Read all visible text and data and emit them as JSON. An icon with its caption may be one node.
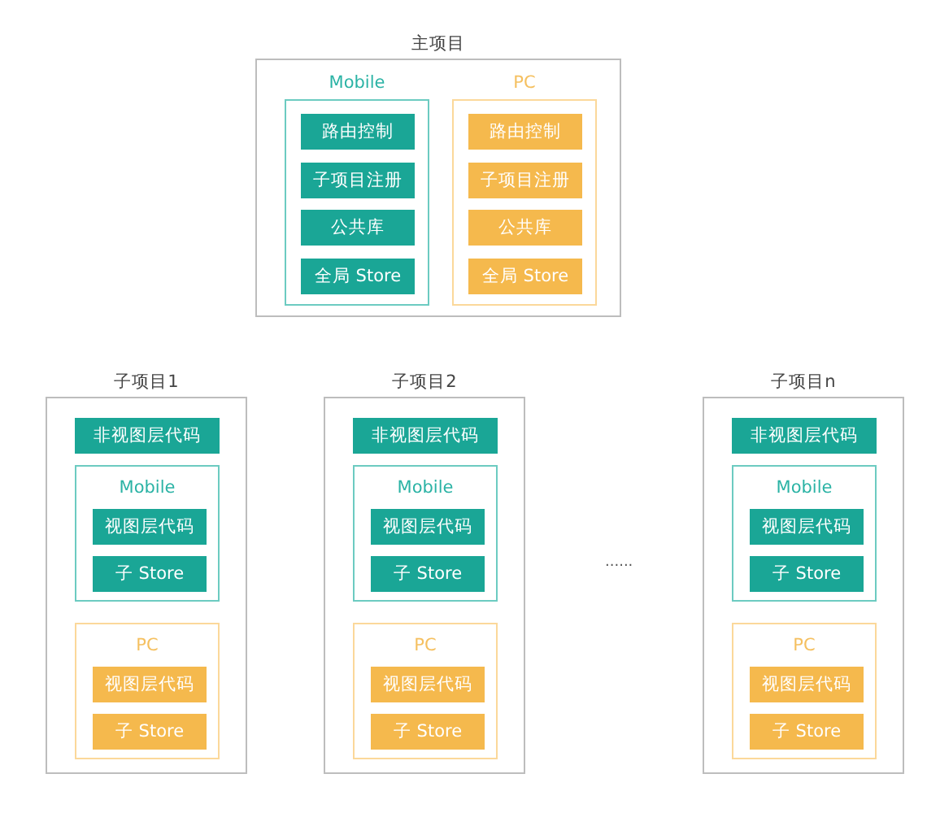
{
  "diagram": {
    "nodes": [
      {
        "text": [
          "主项目"
        ]
      },
      {
        "text": [
          "Mobile"
        ],
        "in": 0
      },
      {
        "text": [
          "路由控制"
        ],
        "in": 1
      },
      {
        "text": [
          "子项目注册"
        ],
        "in": 1
      },
      {
        "text": [
          "公共库"
        ],
        "in": 1
      },
      {
        "text": [
          "全局 Store"
        ],
        "in": 1
      },
      {
        "text": [
          "PC"
        ],
        "in": 0
      },
      {
        "text": [
          "路由控制"
        ],
        "in": 6
      },
      {
        "text": [
          "子项目注册"
        ],
        "in": 6
      },
      {
        "text": [
          "公共库"
        ],
        "in": 6
      },
      {
        "text": [
          "全局 Store"
        ],
        "in": 6
      },
      {
        "text": [
          "子项目1"
        ]
      },
      {
        "text": [
          "非视图层代码"
        ],
        "in": 11
      },
      {
        "text": [
          "Mobile"
        ],
        "in": 11
      },
      {
        "text": [
          "视图层代码"
        ],
        "in": 13
      },
      {
        "text": [
          "子 Store"
        ],
        "in": 13
      },
      {
        "text": [
          "PC"
        ],
        "in": 11
      },
      {
        "text": [
          "视图层代码"
        ],
        "in": 16
      },
      {
        "text": [
          "子 Store"
        ],
        "in": 16
      },
      {
        "text": [
          "子项目2"
        ]
      },
      {
        "text": [
          "非视图层代码"
        ],
        "in": 19
      },
      {
        "text": [
          "Mobile"
        ],
        "in": 19
      },
      {
        "text": [
          "视图层代码"
        ],
        "in": 21
      },
      {
        "text": [
          "子 Store"
        ],
        "in": 21
      },
      {
        "text": [
          "PC"
        ],
        "in": 19
      },
      {
        "text": [
          "视图层代码"
        ],
        "in": 24
      },
      {
        "text": [
          "子 Store"
        ],
        "in": 24
      },
      {
        "text": [
          "子项目n"
        ]
      },
      {
        "text": [
          "非视图层代码"
        ],
        "in": 27
      },
      {
        "text": [
          "Mobile"
        ],
        "in": 27
      },
      {
        "text": [
          "视图层代码"
        ],
        "in": 29
      },
      {
        "text": [
          "子 Store"
        ],
        "in": 29
      },
      {
        "text": [
          "PC"
        ],
        "in": 27
      },
      {
        "text": [
          "视图层代码"
        ],
        "in": 32
      },
      {
        "text": [
          "子 Store"
        ],
        "in": 32
      }
    ],
    "labels": [
      "......"
    ]
  }
}
